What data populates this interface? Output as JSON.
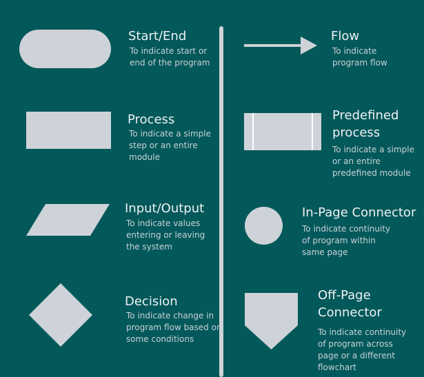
{
  "colors": {
    "background": "#03585a",
    "shape_fill": "#cdd3d8",
    "title_text": "#eef2f4",
    "desc_text": "#c8d2d6"
  },
  "left": [
    {
      "icon": "terminator-shape",
      "title": "Start/End",
      "description": [
        "To indicate start or",
        "end of the program"
      ]
    },
    {
      "icon": "process-rectangle-shape",
      "title": "Process",
      "description": [
        "To indicate a simple",
        "step or an entire",
        "module"
      ]
    },
    {
      "icon": "parallelogram-shape",
      "title": "Input/Output",
      "description": [
        "To indicate values",
        "entering or leaving",
        "the system"
      ]
    },
    {
      "icon": "diamond-shape",
      "title": "Decision",
      "description": [
        "To indicate change in",
        "program flow based on",
        "some conditions"
      ]
    }
  ],
  "right": [
    {
      "icon": "arrow-shape",
      "title": [
        "Flow"
      ],
      "description": [
        "To indicate",
        "program flow"
      ]
    },
    {
      "icon": "predefined-process-shape",
      "title": [
        "Predefined",
        "process"
      ],
      "description": [
        "To indicate a simple",
        "or an entire",
        "predefined module"
      ]
    },
    {
      "icon": "circle-connector-shape",
      "title": [
        "In-Page Connector"
      ],
      "description": [
        "To indicate continuity",
        "of program within",
        "same page"
      ]
    },
    {
      "icon": "pentagon-connector-shape",
      "title": [
        "Off-Page",
        "Connector"
      ],
      "description": [
        "To indicate continuity",
        "of program across",
        "page or a different",
        "flowchart"
      ]
    }
  ]
}
